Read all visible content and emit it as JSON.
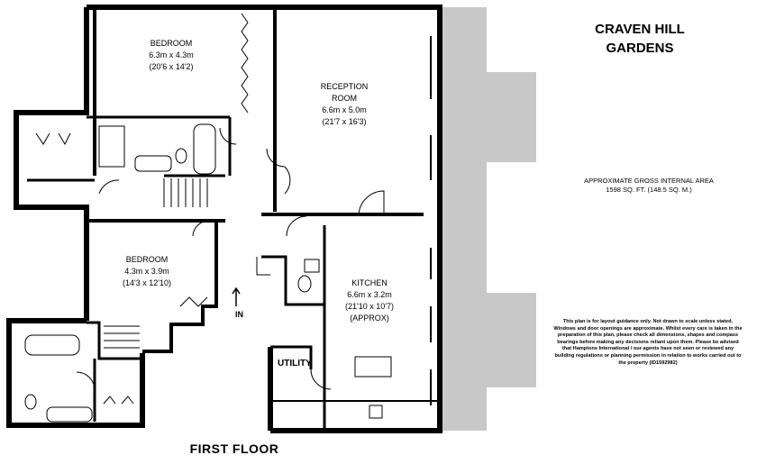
{
  "property": {
    "name_line1": "CRAVEN HILL",
    "name_line2": "GARDENS"
  },
  "area": {
    "heading": "APPROXIMATE GROSS INTERNAL AREA",
    "value": "1598 SQ. FT. (148.5 SQ. M.)"
  },
  "disclaimer": "This plan is for layout guidance only. Not drawn to scale unless stated. Windows and door openings are approximate. Whilst every care is taken in the preparation of this plan, please check all dimensions, shapes and compass bearings before making any decisions reliant upon them. Please be advised that Hamptons International / our agents have not seen or reviewed any building regulations or planning permission in relation to works carried out to the property (ID1592982)",
  "floor_label": "FIRST FLOOR",
  "rooms": {
    "bedroom1": {
      "name": "BEDROOM",
      "metric": "6.3m x 4.3m",
      "imperial": "(20'6 x 14'2)"
    },
    "reception": {
      "name_line1": "RECEPTION",
      "name_line2": "ROOM",
      "metric": "6.6m x 5.0m",
      "imperial": "(21'7 x 16'3)"
    },
    "bedroom2": {
      "name": "BEDROOM",
      "metric": "4.3m x 3.9m",
      "imperial": "(14'3 x 12'10)"
    },
    "kitchen": {
      "name": "KITCHEN",
      "metric": "6.6m x 3.2m",
      "imperial": "(21'10 x 10'7)",
      "note": "(APPROX)"
    },
    "utility": {
      "name": "UTILITY"
    }
  },
  "entrance_label": "IN",
  "colors": {
    "terrace": "#c8c8c8",
    "wall": "#000000",
    "background": "#ffffff"
  }
}
